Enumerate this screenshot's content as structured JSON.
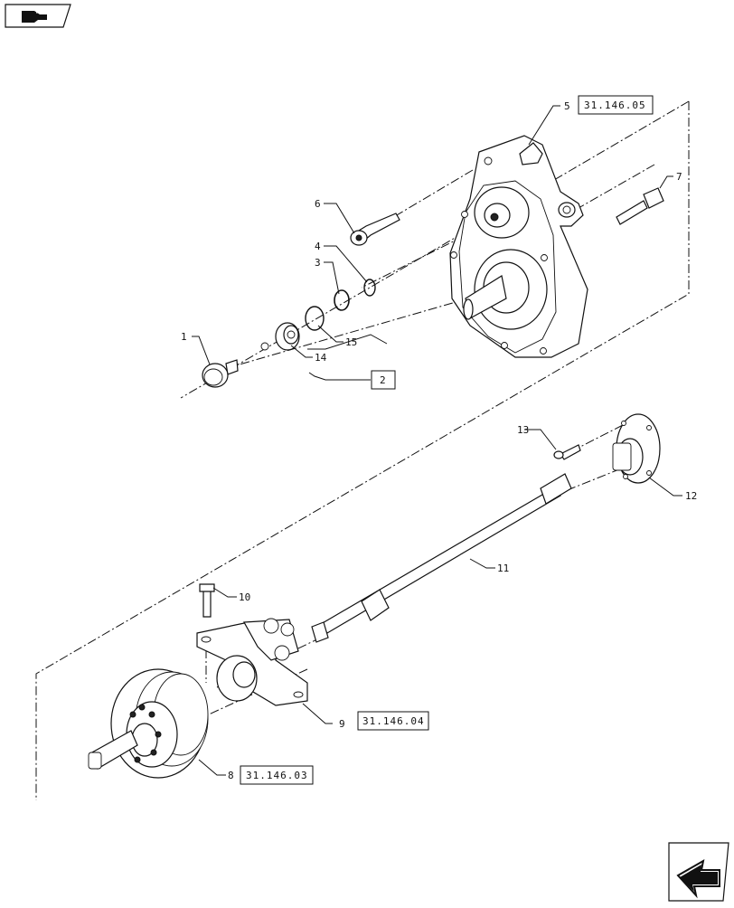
{
  "nav": {
    "top_button_icon": "hand-pointer-icon",
    "bottom_button_icon": "arrow-return-icon"
  },
  "callouts": {
    "c1": "1",
    "c2": "2",
    "c3": "3",
    "c4": "4",
    "c5": "5",
    "c6": "6",
    "c7": "7",
    "c8": "8",
    "c9": "9",
    "c10": "10",
    "c11": "11",
    "c12": "12",
    "c13": "13",
    "c14": "14",
    "c15": "15"
  },
  "refs": {
    "ref5": "31.146.05",
    "ref9": "31.146.04",
    "ref8": "31.146.03"
  },
  "colors": {
    "line": "#111111",
    "background": "#ffffff",
    "shade": "#dcdcdc"
  }
}
